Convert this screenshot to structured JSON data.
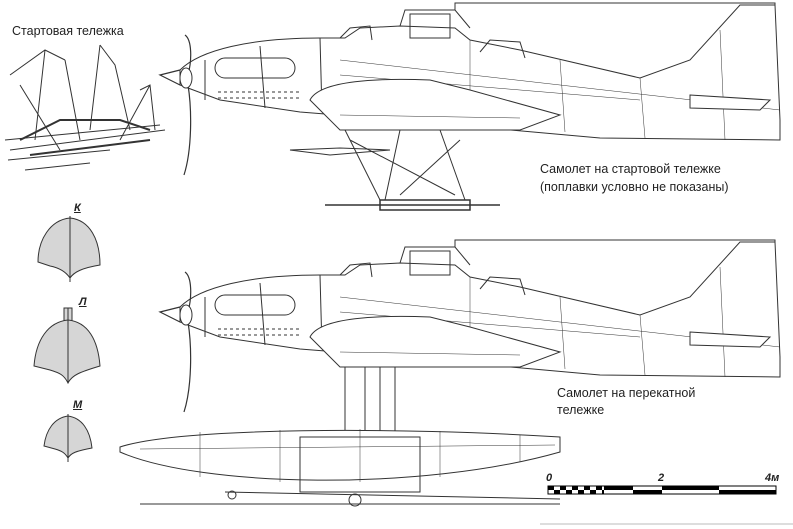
{
  "captions": {
    "launch_cart": "Стартовая тележка",
    "plane_on_launch_cart_line1": "Самолет на стартовой тележке",
    "plane_on_launch_cart_line2": "(поплавки условно не показаны)",
    "plane_on_beaching_cart_line1": "Самолет на перекатной",
    "plane_on_beaching_cart_line2": "тележке"
  },
  "sections": [
    {
      "label": "К"
    },
    {
      "label": "Л"
    },
    {
      "label": "М"
    }
  ],
  "scale_bar": {
    "ticks": [
      "0",
      "2",
      "4м"
    ]
  },
  "colors": {
    "line": "#333333",
    "fill": "#d6d6d6"
  }
}
